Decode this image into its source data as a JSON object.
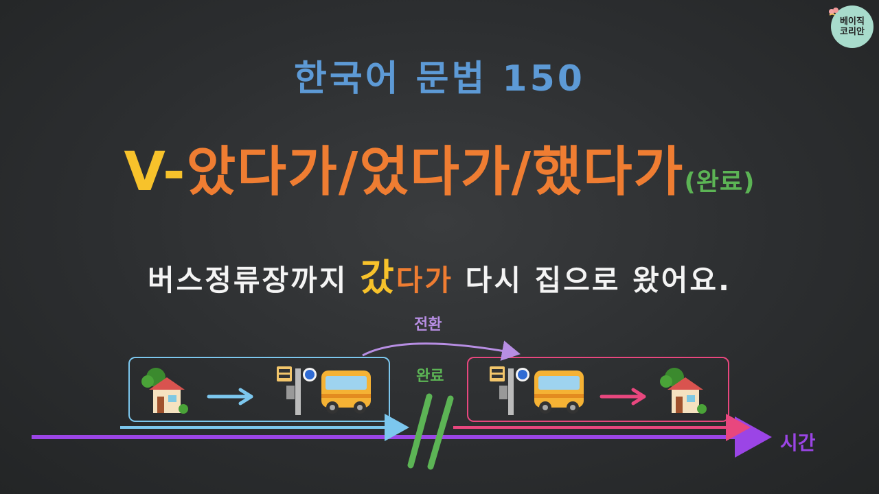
{
  "logo": {
    "line1": "베이직",
    "line2": "코리안"
  },
  "subtitle": "한국어 문법 150",
  "title": {
    "prefix": "V-",
    "main": "았다가/었다가/했다가",
    "note": "(완료)"
  },
  "example": {
    "before": "버스정류장까지 ",
    "verb": "갔",
    "ending": "다가",
    "after": " 다시 집으로 왔어요."
  },
  "diagram": {
    "transition_label": "전환",
    "complete_label": "완료",
    "time_label": "시간",
    "left_sequence": [
      "house-icon",
      "arrow-icon",
      "bus-stop-icon",
      "bus-icon"
    ],
    "right_sequence": [
      "bus-stop-icon",
      "bus-icon",
      "arrow-icon",
      "house-icon"
    ]
  },
  "colors": {
    "blue": "#5d9ad6",
    "orange": "#ef7d32",
    "yellow": "#f7c22b",
    "green": "#5cb455",
    "light_blue": "#7cc7ee",
    "pink": "#e8477e",
    "purple": "#9b45e6",
    "lavender": "#b78ee3"
  }
}
